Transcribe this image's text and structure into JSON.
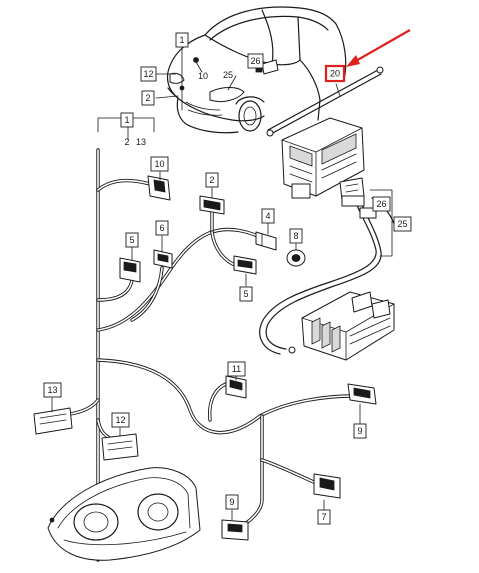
{
  "callouts": {
    "car_1": "1",
    "car_12": "12",
    "car_10": "10",
    "car_2": "2",
    "car_25": "25",
    "car_26": "26",
    "highlight_20": "20",
    "group_1": "1",
    "group_2": "2",
    "group_13": "13",
    "connector_10": "10",
    "connector_2": "2",
    "connector_4": "4",
    "connector_8": "8",
    "connector_5_left": "5",
    "connector_6": "6",
    "connector_5_mid": "5",
    "fusebox_26": "26",
    "fusebox_25": "25",
    "connector_13": "13",
    "connector_11": "11",
    "connector_9_right": "9",
    "connector_12": "12",
    "connector_9_bottom": "9",
    "connector_7": "7"
  },
  "colors": {
    "highlight": "#e0201c",
    "line": "#1a1a1a",
    "background": "#ffffff"
  }
}
